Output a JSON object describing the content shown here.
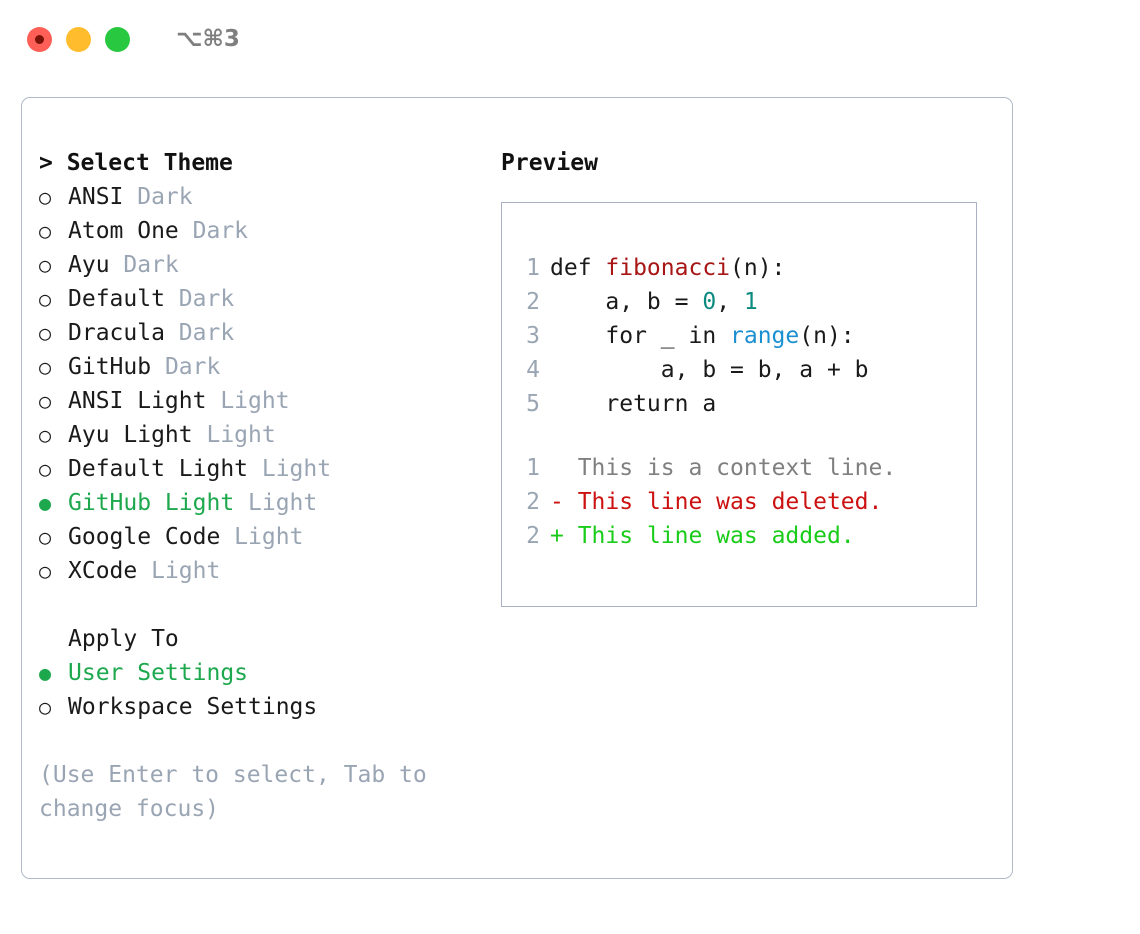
{
  "titlebar": {
    "shortcut": "⌥⌘3",
    "lights": [
      {
        "name": "close",
        "color": "#ff5f57"
      },
      {
        "name": "minimize",
        "color": "#ffbd2e"
      },
      {
        "name": "maximize",
        "color": "#28c840"
      }
    ]
  },
  "colors": {
    "selected_green": "#1da84d",
    "muted": "#9aa5b4",
    "border": "#b0bac8",
    "diff_add": "#1acc1a",
    "diff_del": "#cc1111",
    "token_function": "#a81515",
    "token_number": "#0b8a80",
    "token_call": "#1b90d0"
  },
  "theme_section": {
    "caret": "> ",
    "title": "Select Theme",
    "bullet_unselected": "○",
    "bullet_selected": "●",
    "items": [
      {
        "name": "ANSI",
        "variant": "Dark",
        "selected": false
      },
      {
        "name": "Atom One",
        "variant": "Dark",
        "selected": false
      },
      {
        "name": "Ayu",
        "variant": "Dark",
        "selected": false
      },
      {
        "name": "Default",
        "variant": "Dark",
        "selected": false
      },
      {
        "name": "Dracula",
        "variant": "Dark",
        "selected": false
      },
      {
        "name": "GitHub",
        "variant": "Dark",
        "selected": false
      },
      {
        "name": "ANSI Light",
        "variant": "Light",
        "selected": false
      },
      {
        "name": "Ayu Light",
        "variant": "Light",
        "selected": false
      },
      {
        "name": "Default Light",
        "variant": "Light",
        "selected": false
      },
      {
        "name": "GitHub Light",
        "variant": "Light",
        "selected": true
      },
      {
        "name": "Google Code",
        "variant": "Light",
        "selected": false
      },
      {
        "name": "XCode",
        "variant": "Light",
        "selected": false
      }
    ]
  },
  "apply_section": {
    "title": "Apply To",
    "items": [
      {
        "name": "User Settings",
        "selected": true
      },
      {
        "name": "Workspace Settings",
        "selected": false
      }
    ]
  },
  "hint": "(Use Enter to select, Tab to change focus)",
  "preview": {
    "title": "Preview",
    "code_lines": [
      {
        "num": "1",
        "segments": [
          {
            "text": "def ",
            "style": "plain"
          },
          {
            "text": "fibonacci",
            "style": "fn"
          },
          {
            "text": "(n):",
            "style": "plain"
          }
        ]
      },
      {
        "num": "2",
        "segments": [
          {
            "text": "    a, b = ",
            "style": "plain"
          },
          {
            "text": "0",
            "style": "num"
          },
          {
            "text": ", ",
            "style": "plain"
          },
          {
            "text": "1",
            "style": "num"
          }
        ]
      },
      {
        "num": "3",
        "segments": [
          {
            "text": "    for _ in ",
            "style": "plain"
          },
          {
            "text": "range",
            "style": "call"
          },
          {
            "text": "(n):",
            "style": "plain"
          }
        ]
      },
      {
        "num": "4",
        "segments": [
          {
            "text": "        a, b = b, a + b",
            "style": "plain"
          }
        ]
      },
      {
        "num": "5",
        "segments": [
          {
            "text": "    return a",
            "style": "plain"
          }
        ]
      }
    ],
    "diff_lines": [
      {
        "num": "1",
        "marker": "  ",
        "text": "This is a context line.",
        "style": "ctx"
      },
      {
        "num": "2",
        "marker": "- ",
        "text": "This line was deleted.",
        "style": "del"
      },
      {
        "num": "2",
        "marker": "+ ",
        "text": "This line was added.",
        "style": "add"
      }
    ]
  }
}
